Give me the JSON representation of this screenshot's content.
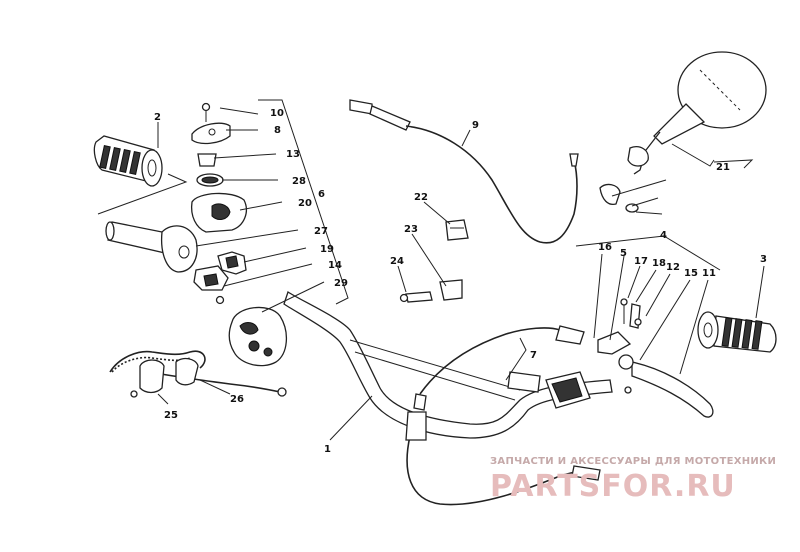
{
  "labels": {
    "l1": "1",
    "l2": "2",
    "l3": "3",
    "l4": "4",
    "l5": "5",
    "l6": "6",
    "l7": "7",
    "l8": "8",
    "l9": "9",
    "l10": "10",
    "l11": "11",
    "l12": "12",
    "l13": "13",
    "l14": "14",
    "l15": "15",
    "l16": "16",
    "l17": "17",
    "l18": "18",
    "l19": "19",
    "l20": "20",
    "l21": "21",
    "l22": "22",
    "l23": "23",
    "l24": "24",
    "l25": "25",
    "l26": "26",
    "l27": "27",
    "l28": "28",
    "l29": "29"
  },
  "watermark": {
    "tagline": "ЗАПЧАСТИ И АКСЕССУАРЫ ДЛЯ МОТОТЕХНИКИ",
    "logo": "PARTSFOR.RU"
  }
}
